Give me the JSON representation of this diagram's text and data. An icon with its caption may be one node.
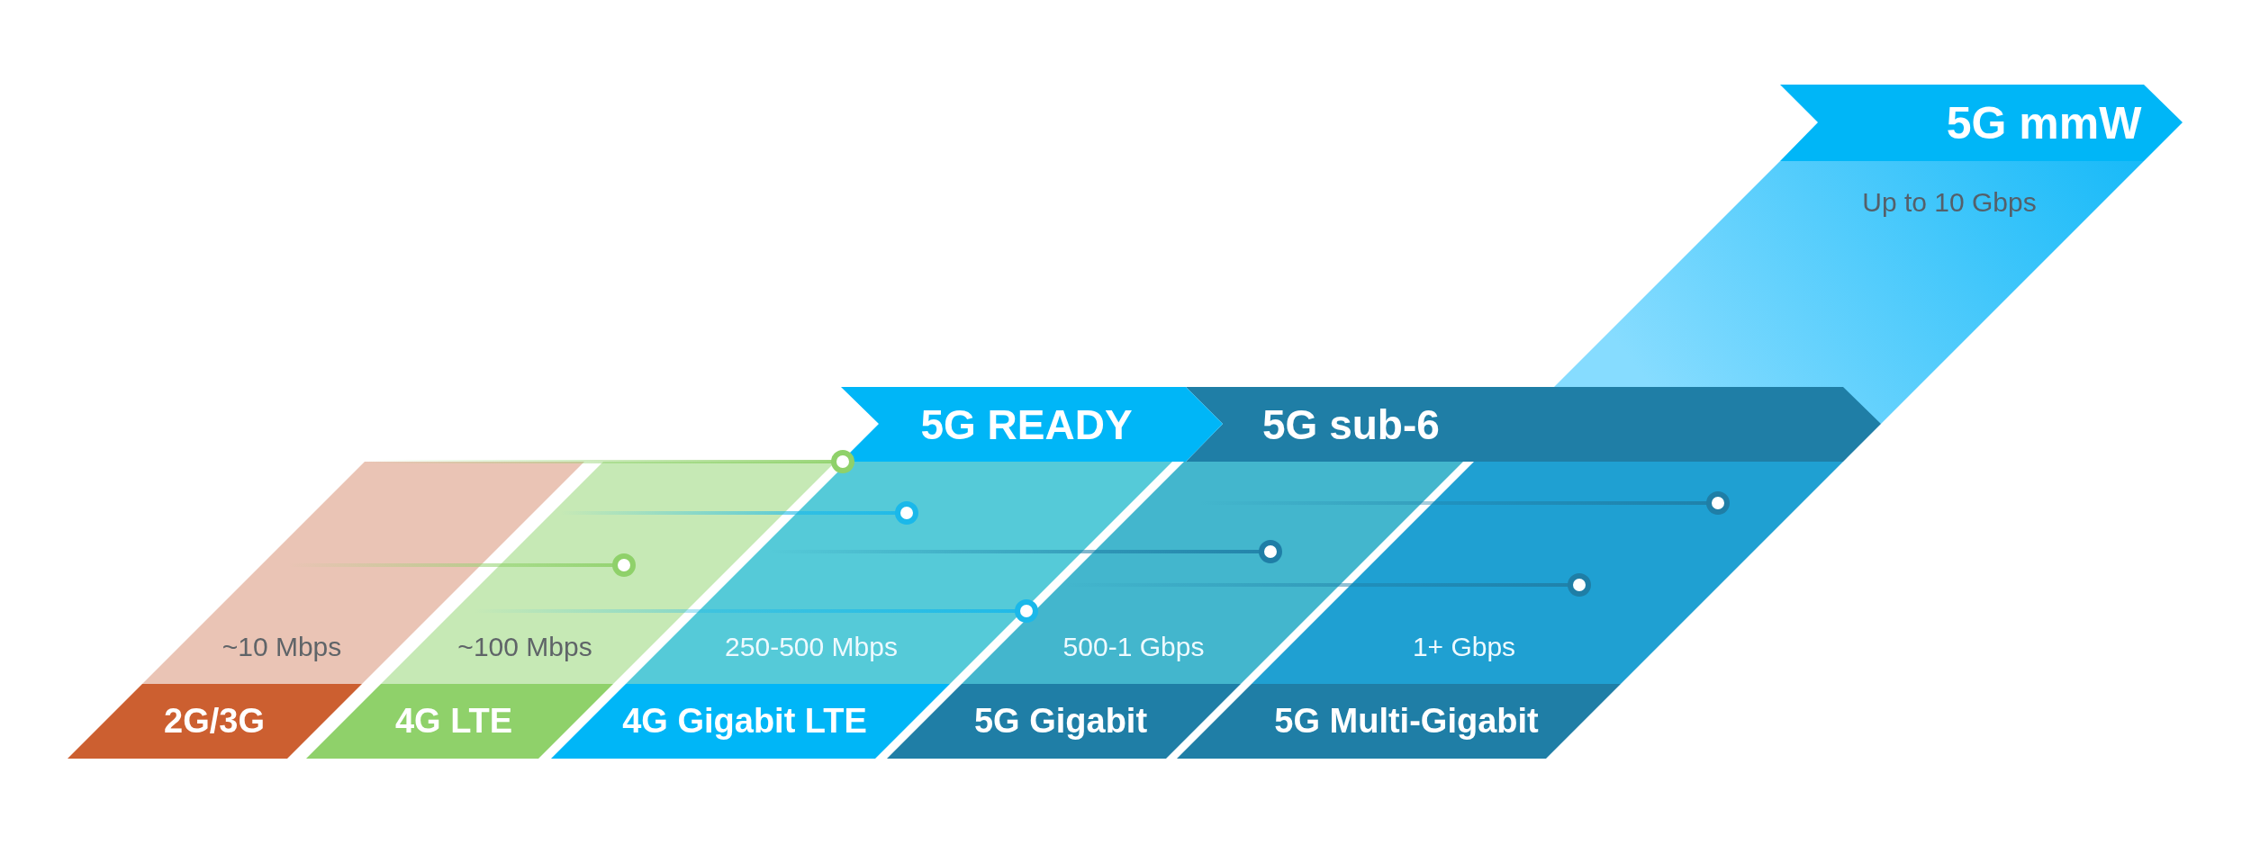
{
  "diagram": {
    "nodes": [
      {
        "text": [
          "5G mmW",
          "Up to 10 Gbps"
        ]
      },
      {
        "text": [
          "5G READY"
        ]
      },
      {
        "text": [
          "5G sub-6"
        ]
      },
      {
        "text": [
          "~10 Mbps",
          "2G/3G"
        ]
      },
      {
        "text": [
          "~100 Mbps",
          "4G LTE"
        ]
      },
      {
        "text": [
          "250-500 Mbps",
          "4G Gigabit LTE"
        ]
      },
      {
        "text": [
          "500-1 Gbps",
          "5G Gigabit"
        ]
      },
      {
        "text": [
          "1+ Gbps",
          "5G Multi-Gigabit"
        ]
      }
    ]
  }
}
